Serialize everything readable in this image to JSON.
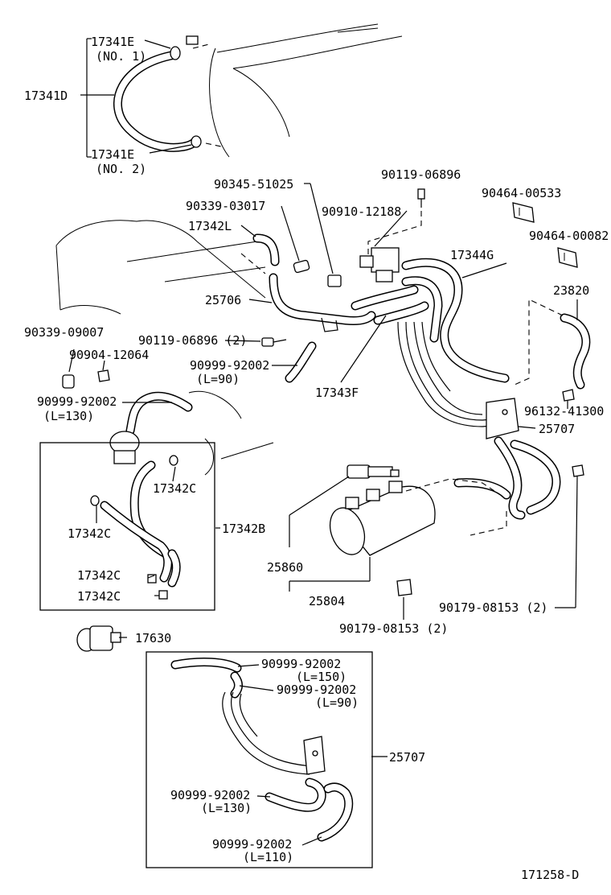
{
  "labels": {
    "l_17341E_1": "17341E",
    "l_no1": "(NO. 1)",
    "l_17341D": "17341D",
    "l_17341E_2": "17341E",
    "l_no2": "(NO. 2)",
    "l_90345": "90345-51025",
    "l_90119a": "90119-06896",
    "l_90339a": "90339-03017",
    "l_90910": "90910-12188",
    "l_90464a": "90464-00533",
    "l_17342L": "17342L",
    "l_90464b": "90464-00082",
    "l_17344G": "17344G",
    "l_23820": "23820",
    "l_25706": "25706",
    "l_90339b": "90339-09007",
    "l_90119b": "90119-06896 (2)",
    "l_90904": "90904-12064",
    "l_90999a": "90999-92002",
    "l_L90a": "(L=90)",
    "l_17343F": "17343F",
    "l_90999b": "90999-92002",
    "l_L130a": "(L=130)",
    "l_96132": "96132-41300",
    "l_25707a": "25707",
    "l_17342C_1": "17342C",
    "l_17342B": "17342B",
    "l_17342C_2": "17342C",
    "l_25860": "25860",
    "l_17342C_3": "17342C",
    "l_17342C_4": "17342C",
    "l_25804": "25804",
    "l_90179a": "90179-08153 (2)",
    "l_90179b": "90179-08153 (2)",
    "l_17630": "17630",
    "l_90999c": "90999-92002",
    "l_L150": "(L=150)",
    "l_90999d": "90999-92002",
    "l_L90b": "(L=90)",
    "l_25707b": "25707",
    "l_90999e": "90999-92002",
    "l_L130b": "(L=130)",
    "l_90999f": "90999-92002",
    "l_L110": "(L=110)",
    "l_ref": "171258-D"
  }
}
